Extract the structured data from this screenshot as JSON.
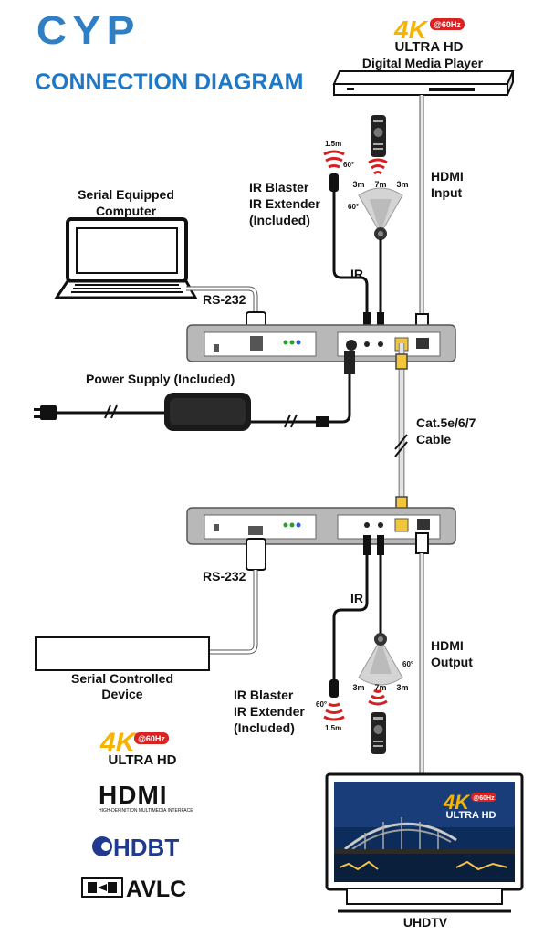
{
  "brand": {
    "logo_text": "CYP",
    "brand_color": "#2f7fc4"
  },
  "title": "CONNECTION DIAGRAM",
  "top_device": {
    "badge_4k": "4K",
    "badge_hz": "@60Hz",
    "badge_ultra": "ULTRA HD",
    "name": "Digital Media Player"
  },
  "labels": {
    "hdmi_input": [
      "HDMI",
      "Input"
    ],
    "hdmi_output": [
      "HDMI",
      "Output"
    ],
    "ir_top": "IR",
    "ir_bottom": "IR",
    "ir_blaster_top": [
      "IR Blaster",
      "IR Extender",
      "(Included)"
    ],
    "ir_blaster_bottom": [
      "IR Blaster",
      "IR Extender",
      "(Included)"
    ],
    "computer": [
      "Serial Equipped",
      "Computer"
    ],
    "rs232_top": "RS-232",
    "rs232_bottom": "RS-232",
    "power": "Power Supply (Included)",
    "cable": [
      "Cat.5e/6/7",
      "Cable"
    ],
    "serial_device": [
      "Serial Controlled",
      "Device"
    ],
    "tv": "UHDTV"
  },
  "ir_ranges": {
    "top": {
      "left": "3m",
      "mid": "7m",
      "right": "3m",
      "angle": "60°",
      "blaster_len": "1.5m",
      "blaster_angle": "60°"
    },
    "bottom": {
      "left": "3m",
      "mid": "7m",
      "right": "3m",
      "angle": "60°",
      "blaster_len": "1.5m",
      "blaster_angle": "60°"
    }
  },
  "tv_badge": {
    "k": "4K",
    "hz": "@60Hz",
    "ultra": "ULTRA HD"
  },
  "bottom_logos": {
    "uhd_k": "4K",
    "uhd_hz": "@60Hz",
    "uhd_ultra": "ULTRA HD",
    "hdmi": "HDMI",
    "hdmi_sub": "HIGH-DEFINITION MULTIMEDIA INTERFACE",
    "hdbt": "HDBT",
    "avlc": "AVLC"
  },
  "colors": {
    "accent_blue": "#1d78c8",
    "badge_red": "#d92323",
    "badge_yellow": "#f6b400",
    "ir_red": "#d42020"
  }
}
